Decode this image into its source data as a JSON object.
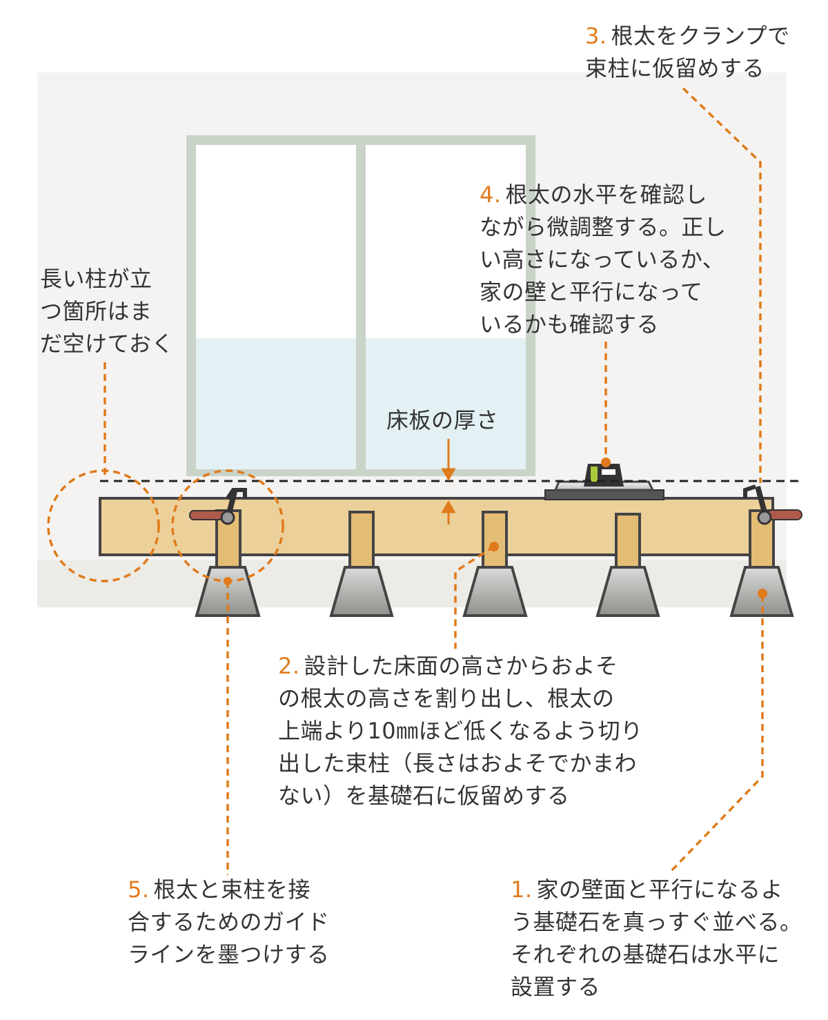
{
  "notes": {
    "step3": {
      "num": "3.",
      "lines": [
        "根太をクランプで",
        "束柱に仮留めする"
      ]
    },
    "step4": {
      "num": "4.",
      "lines": [
        "根太の水平を確認し",
        "ながら微調整する。正し",
        "い高さになっているか、",
        "家の壁と平行になって",
        "いるかも確認する"
      ]
    },
    "left": {
      "lines": [
        "長い柱が立",
        "つ箇所はま",
        "だ空けておく"
      ]
    },
    "floor": {
      "label": "床板の厚さ"
    },
    "step2": {
      "num": "2.",
      "lines": [
        "設計した床面の高さからおよそ",
        "の根太の高さを割り出し、根太の",
        "上端より10㎜ほど低くなるよう切り",
        "出した束柱（長さはおよそでかまわ",
        "ない）を基礎石に仮留めする"
      ]
    },
    "step5": {
      "num": "5.",
      "lines": [
        "根太と束柱を接",
        "合するためのガイド",
        "ラインを墨つけする"
      ]
    },
    "step1": {
      "num": "1.",
      "lines": [
        "家の壁面と平行になるよ",
        "う基礎石を真っすぐ並べる。",
        "それぞれの基礎石は水平に",
        "設置する"
      ]
    }
  },
  "colors": {
    "accent": "#e07a1a",
    "wood": "#ecd09a",
    "post": "#e4bd74",
    "wall": "#f4f3f2",
    "frame": "#c9d3c8"
  }
}
